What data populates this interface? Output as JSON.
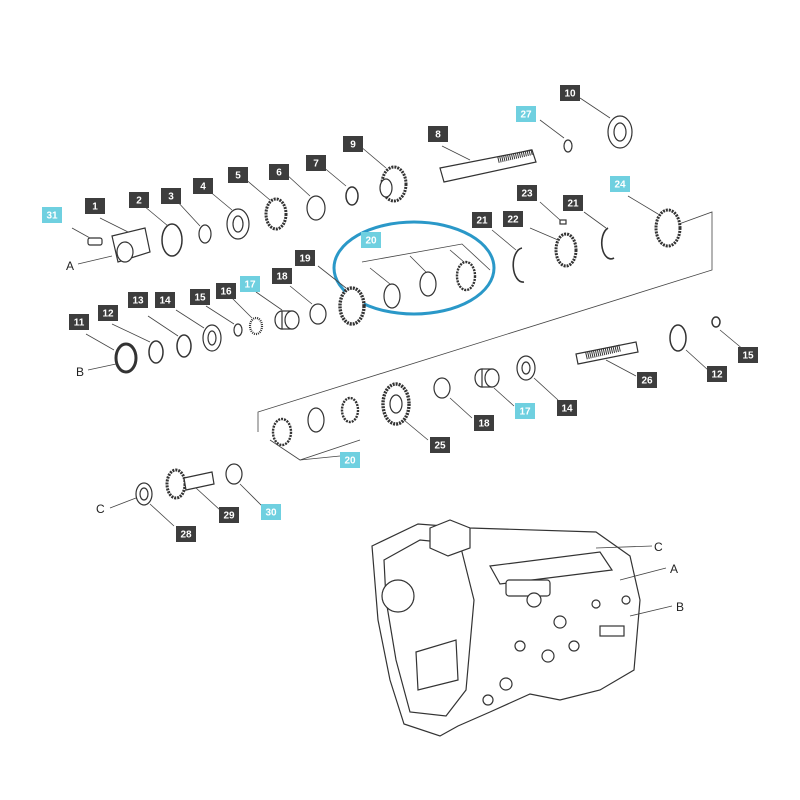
{
  "diagram": {
    "colors": {
      "callout_dark": "#3d3d3d",
      "callout_light": "#6fd0e0",
      "callout_text": "#ffffff",
      "highlight_ring": "#2a98c8",
      "line": "#333333"
    },
    "callouts": [
      {
        "id": "c31",
        "text": "31",
        "style": "light"
      },
      {
        "id": "c1",
        "text": "1",
        "style": "dark"
      },
      {
        "id": "c2",
        "text": "2",
        "style": "dark"
      },
      {
        "id": "c3",
        "text": "3",
        "style": "dark"
      },
      {
        "id": "c4",
        "text": "4",
        "style": "dark"
      },
      {
        "id": "c5",
        "text": "5",
        "style": "dark"
      },
      {
        "id": "c6",
        "text": "6",
        "style": "dark"
      },
      {
        "id": "c7",
        "text": "7",
        "style": "dark"
      },
      {
        "id": "c9",
        "text": "9",
        "style": "dark"
      },
      {
        "id": "c8",
        "text": "8",
        "style": "dark"
      },
      {
        "id": "c27",
        "text": "27",
        "style": "light"
      },
      {
        "id": "c10",
        "text": "10",
        "style": "dark"
      },
      {
        "id": "c23",
        "text": "23",
        "style": "dark"
      },
      {
        "id": "c24",
        "text": "24",
        "style": "light"
      },
      {
        "id": "c21a",
        "text": "21",
        "style": "dark"
      },
      {
        "id": "c22",
        "text": "22",
        "style": "dark"
      },
      {
        "id": "c21b",
        "text": "21",
        "style": "dark"
      },
      {
        "id": "c20a",
        "text": "20",
        "style": "light"
      },
      {
        "id": "c19",
        "text": "19",
        "style": "dark"
      },
      {
        "id": "c18a",
        "text": "18",
        "style": "dark"
      },
      {
        "id": "c17a",
        "text": "17",
        "style": "light"
      },
      {
        "id": "c16",
        "text": "16",
        "style": "dark"
      },
      {
        "id": "c15a",
        "text": "15",
        "style": "dark"
      },
      {
        "id": "c14a",
        "text": "14",
        "style": "dark"
      },
      {
        "id": "c13",
        "text": "13",
        "style": "dark"
      },
      {
        "id": "c12a",
        "text": "12",
        "style": "dark"
      },
      {
        "id": "c11",
        "text": "11",
        "style": "dark"
      },
      {
        "id": "c15b",
        "text": "15",
        "style": "dark"
      },
      {
        "id": "c12b",
        "text": "12",
        "style": "dark"
      },
      {
        "id": "c26",
        "text": "26",
        "style": "dark"
      },
      {
        "id": "c14b",
        "text": "14",
        "style": "dark"
      },
      {
        "id": "c17b",
        "text": "17",
        "style": "light"
      },
      {
        "id": "c18b",
        "text": "18",
        "style": "dark"
      },
      {
        "id": "c25",
        "text": "25",
        "style": "dark"
      },
      {
        "id": "c20b",
        "text": "20",
        "style": "light"
      },
      {
        "id": "c30",
        "text": "30",
        "style": "light"
      },
      {
        "id": "c29",
        "text": "29",
        "style": "dark"
      },
      {
        "id": "c28",
        "text": "28",
        "style": "dark"
      }
    ],
    "connectors": [
      {
        "id": "A1",
        "text": "A"
      },
      {
        "id": "B1",
        "text": "B"
      },
      {
        "id": "C1",
        "text": "C"
      },
      {
        "id": "C2",
        "text": "C"
      },
      {
        "id": "A2",
        "text": "A"
      },
      {
        "id": "B2",
        "text": "B"
      }
    ]
  }
}
